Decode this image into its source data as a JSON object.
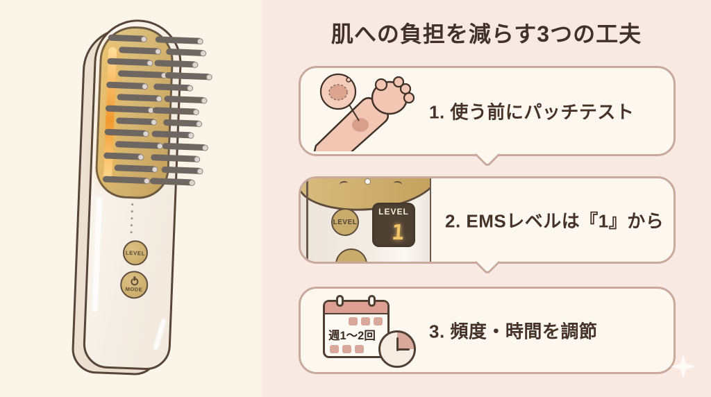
{
  "title": "肌への負担を減らす3つの工夫",
  "steps": [
    {
      "label": "1. 使う前にパッチテスト",
      "icon": "patch-test-arm-icon"
    },
    {
      "label": "2. EMSレベルは『1』から",
      "icon": "device-level-closeup"
    },
    {
      "label": "3. 頻度・時間を調節",
      "icon": "calendar-clock-icon"
    }
  ],
  "device": {
    "level_button_label": "LEVEL",
    "mode_button_label": "MODE",
    "power_icon": "power-symbol"
  },
  "device_closeup": {
    "level_button_label": "LEVEL",
    "display_label": "LEVEL",
    "display_value": "1"
  },
  "calendar": {
    "frequency_label": "週1〜2回"
  },
  "colors": {
    "left_bg": "#faf5e8",
    "right_bg": "#f8e9e2",
    "card_bg": "#fcf8ef",
    "card_border": "#c9a99c",
    "heading_text": "#42302a",
    "body_text": "#45332a",
    "gold": "#cfae6a",
    "gold_outline": "#6b5841",
    "glow_amber": "#f2992e",
    "bristle_gray": "#6e6661",
    "display_bg": "#4e4033",
    "display_digit": "#f2c468",
    "calendar_header_pink": "#dc9f92",
    "calendar_square_pink": "#d8a89a",
    "skin": "#f2c6b2",
    "patch_spot": "#d89f8c",
    "outline_brown": "#564538"
  }
}
